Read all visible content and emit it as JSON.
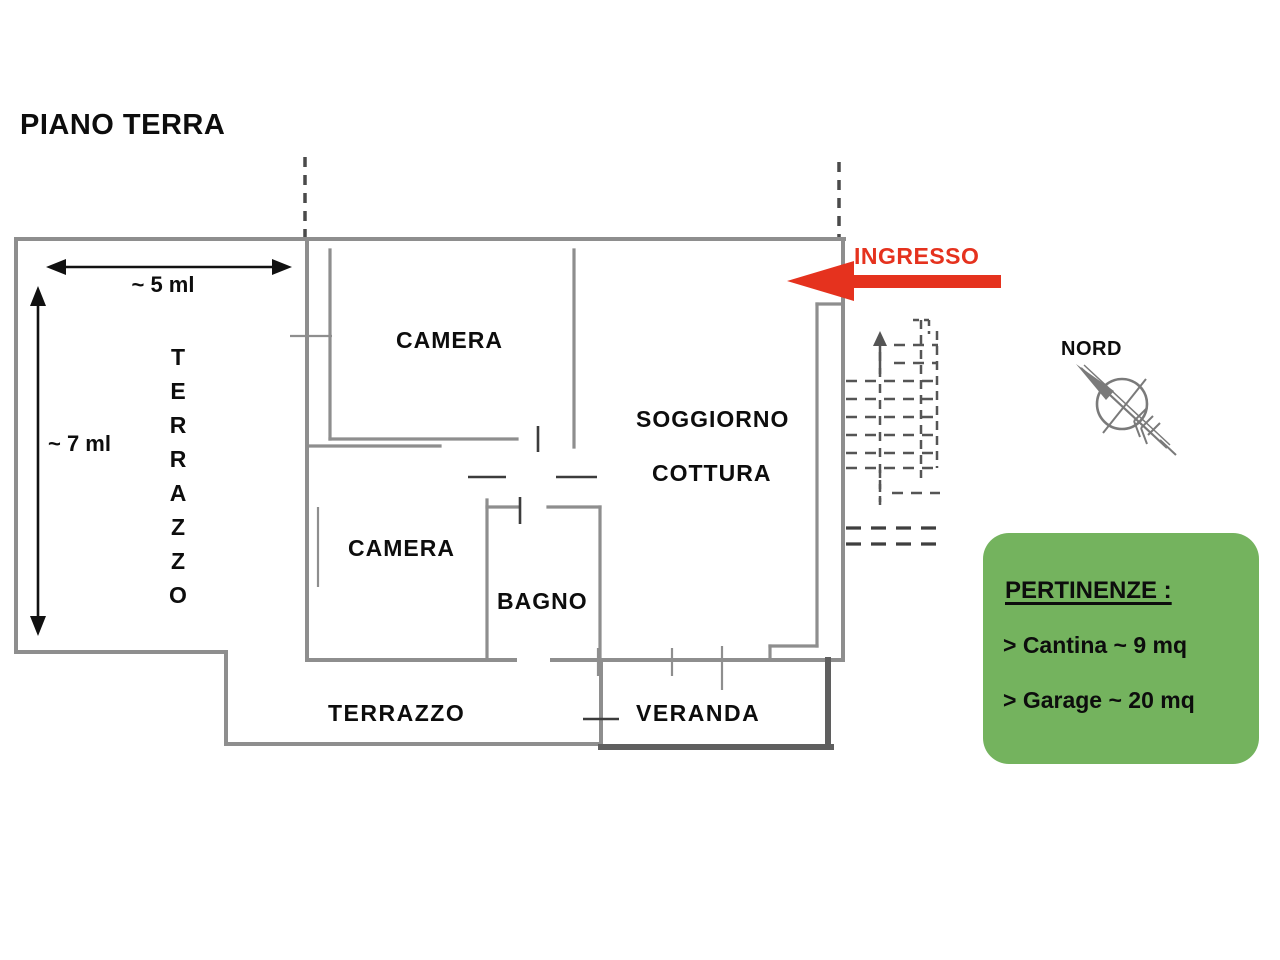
{
  "title": "PIANO TERRA",
  "plan": {
    "rooms": {
      "terrazzo_left": "TERRAZZO",
      "camera_top": "CAMERA",
      "soggiorno_line1": "SOGGIORNO",
      "soggiorno_line2": "COTTURA",
      "camera_bottom": "CAMERA",
      "bagno": "BAGNO",
      "terrazzo_bottom": "TERRAZZO",
      "veranda": "VERANDA"
    },
    "dimensions": {
      "width": "~ 5 ml",
      "height": "~ 7 ml"
    },
    "entrance_label": "INGRESSO",
    "compass_label": "NORD",
    "icons": {
      "compass": "compass-rose-icon",
      "entrance_arrow": "left-arrow-icon",
      "stairs": "stairs-up-icon"
    }
  },
  "legend": {
    "title": "PERTINENZE :",
    "items": [
      "> Cantina ~ 9 mq",
      "> Garage ~ 20 mq"
    ]
  },
  "colors": {
    "entrance_red": "#e5321e",
    "legend_green": "#74b35e",
    "wall_gray": "#8e8e8e"
  }
}
